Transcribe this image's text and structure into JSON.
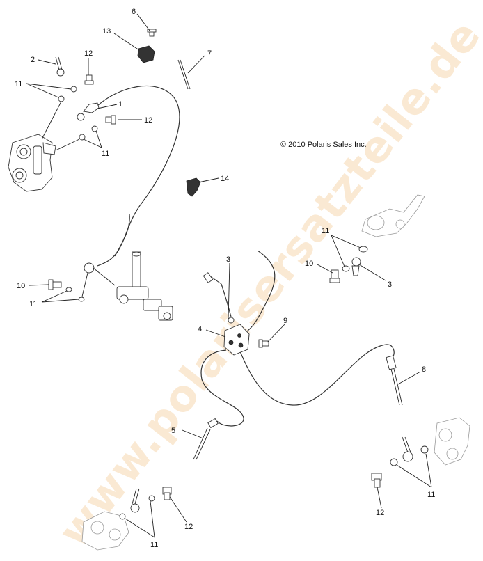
{
  "copyright": "© 2010 Polaris Sales Inc.",
  "watermark": "www.polarisersatzteile.de",
  "callouts": {
    "c1": "1",
    "c2": "2",
    "c3a": "3",
    "c3b": "3",
    "c4": "4",
    "c5": "5",
    "c6": "6",
    "c7": "7",
    "c8": "8",
    "c9": "9",
    "c10a": "10",
    "c10b": "10",
    "c11a": "11",
    "c11b": "11",
    "c11c": "11",
    "c11d": "11",
    "c11e": "11",
    "c11f": "11",
    "c12a": "12",
    "c12b": "12",
    "c12c": "12",
    "c12d": "12",
    "c13": "13",
    "c14": "14"
  }
}
